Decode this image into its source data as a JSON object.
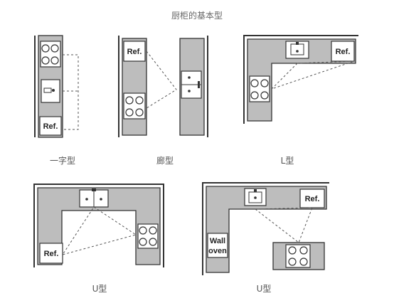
{
  "title": "厨柜的基本型",
  "layouts": [
    {
      "label": "一字型",
      "ref_label": "Ref."
    },
    {
      "label": "廊型",
      "ref_label": "Ref."
    },
    {
      "label": "L型",
      "ref_label": "Ref."
    },
    {
      "label": "U型",
      "ref_label": "Ref."
    },
    {
      "label": "U型",
      "ref_label": "Ref.",
      "wall_oven_line1": "Wall",
      "wall_oven_line2": "oven"
    }
  ]
}
